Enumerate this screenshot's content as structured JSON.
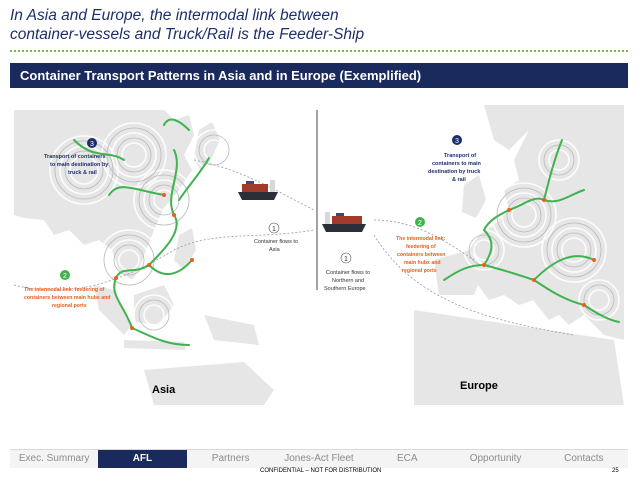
{
  "title": {
    "line1": "In Asia and Europe, the intermodal link between",
    "line2": "container-vessels and Truck/Rail is the Feeder-Ship"
  },
  "header_bar": "Container Transport Patterns in Asia and in Europe (Exemplified)",
  "asia_map": {
    "label": "Asia",
    "callout3_num": "3",
    "callout3": [
      "Transport of containers",
      "to main destination by",
      "truck & rail"
    ],
    "callout1_num": "1",
    "callout1": [
      "Container flows to",
      "Asia"
    ],
    "callout2_num": "2",
    "callout2": [
      "The intermodal link: feedering of",
      "containers between main hubs and",
      "regional ports"
    ]
  },
  "europe_map": {
    "label": "Europe",
    "callout3_num": "3",
    "callout3": [
      "Transport of",
      "containers to main",
      "destination by truck",
      "& rail"
    ],
    "callout2_num": "2",
    "callout2": [
      "The intermodal link:",
      "feedering of",
      "containers between",
      "main hubs and",
      "regional ports"
    ],
    "callout1_num": "1",
    "callout1": [
      "Container flows to",
      "Northern and",
      "Southern Europe"
    ]
  },
  "nav": {
    "items": [
      "Exec. Summary",
      "AFL",
      "Partners",
      "Jones-Act Fleet",
      "ECA",
      "Opportunity",
      "Contacts"
    ],
    "active_index": 1
  },
  "footer": {
    "confidential": "CONFIDENTIAL – NOT FOR DISTRIBUTION",
    "page": "25"
  },
  "colors": {
    "navy": "#1b2a5c",
    "title_blue": "#1c2f6b",
    "route_green": "#3fb34f",
    "callout_orange": "#e8601c",
    "callout_navy": "#1c2f6b"
  }
}
